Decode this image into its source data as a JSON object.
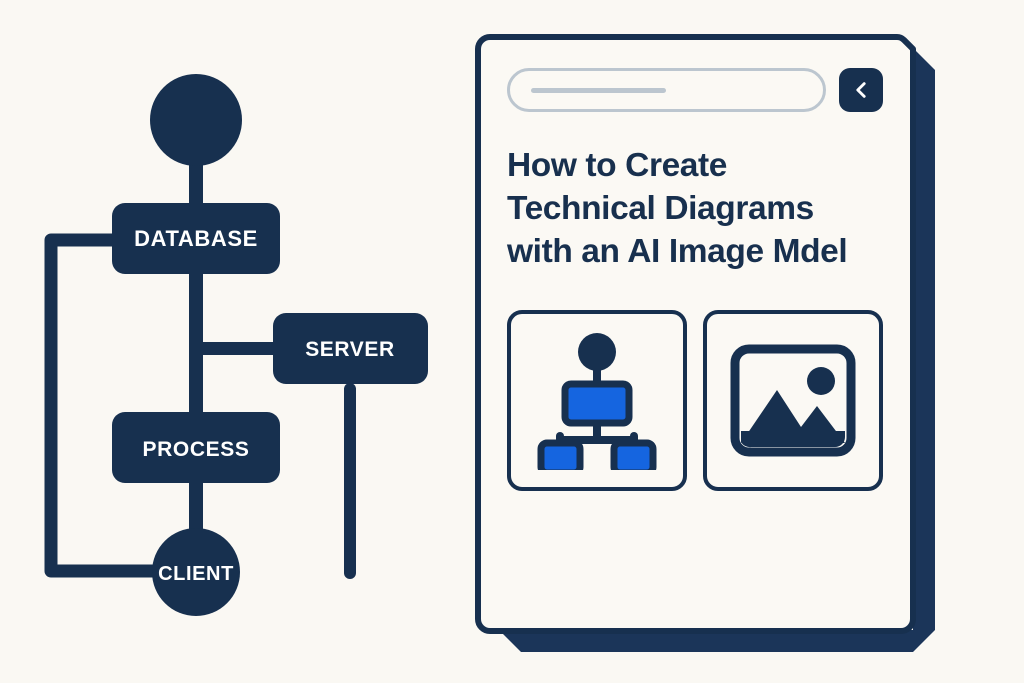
{
  "page": {
    "background_color": "#FAF8F3",
    "navy": "#17304F",
    "accent_blue": "#1565E0",
    "muted_gray": "#BCC6CF",
    "card_surface": "#FBF9F4"
  },
  "flowchart": {
    "title": "system architecture flowchart",
    "nodes": [
      {
        "id": "start",
        "label": "",
        "shape": "circle"
      },
      {
        "id": "database",
        "label": "DATABASE",
        "shape": "rounded-rect"
      },
      {
        "id": "server",
        "label": "SERVER",
        "shape": "rounded-rect"
      },
      {
        "id": "process",
        "label": "PROCESS",
        "shape": "rounded-rect"
      },
      {
        "id": "client",
        "label": "CLIENT",
        "shape": "circle"
      }
    ],
    "edges": [
      {
        "from": "start",
        "to": "database"
      },
      {
        "from": "database",
        "to": "process"
      },
      {
        "from": "database",
        "to": "client",
        "style": "feedback-loop-left"
      },
      {
        "from": "process",
        "to": "server"
      },
      {
        "from": "process",
        "to": "client"
      },
      {
        "from": "server",
        "to": "",
        "style": "stem-down"
      }
    ]
  },
  "card": {
    "search": {
      "value": "",
      "placeholder": ""
    },
    "back_button": {
      "label": "",
      "icon": "chevron-left-icon"
    },
    "title": "How to Create Technical Diagrams with an AI Image Mdel",
    "thumbnails": [
      {
        "id": "diagram-thumb",
        "icon": "hierarchy-diagram-icon",
        "label": ""
      },
      {
        "id": "image-thumb",
        "icon": "image-placeholder-icon",
        "label": ""
      }
    ]
  }
}
